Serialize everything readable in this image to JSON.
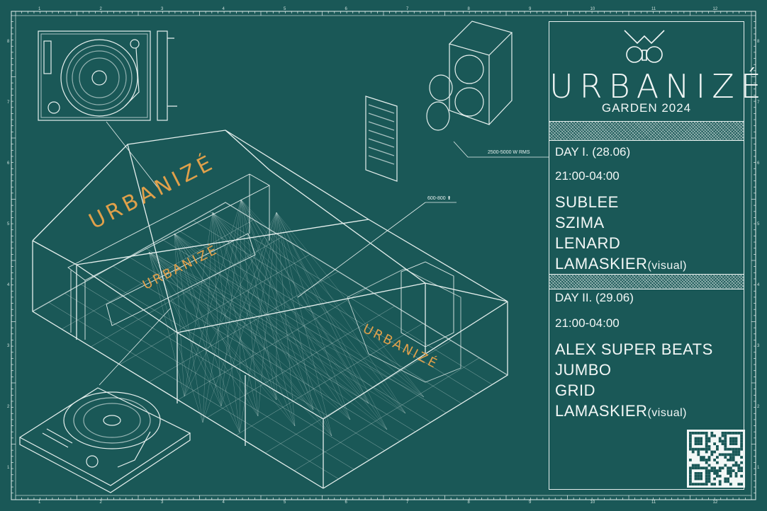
{
  "poster": {
    "brand_word": "URBANIZÉ",
    "subtitle": "GARDEN 2024",
    "spec_speaker": "2500-5000 W RMS",
    "spec_capacity": "600-800",
    "day1": {
      "title": "DAY I. (28.06)",
      "time": "21:00-04:00",
      "artists": [
        "SUBLEE",
        "SZIMA",
        "LENARD",
        "LAMASKIER"
      ],
      "visual_suffix": "(visual)"
    },
    "day2": {
      "title": "DAY II. (29.06)",
      "time": "21:00-04:00",
      "artists": [
        "ALEX SUPER BEATS",
        "JUMBO",
        "GRID",
        "LAMASKIER"
      ],
      "visual_suffix": "(visual)"
    },
    "tent_banner": "URBANIZÉ",
    "ruler_top": [
      "1",
      "2",
      "3",
      "4",
      "5",
      "6",
      "7",
      "8",
      "9",
      "10",
      "11",
      "12"
    ],
    "ruler_left": [
      "8",
      "7",
      "6",
      "5",
      "4",
      "3",
      "2",
      "1"
    ]
  },
  "colors": {
    "background": "#1a5857",
    "line": "#e6f0ee",
    "accent_orange": "#e0a04a"
  }
}
